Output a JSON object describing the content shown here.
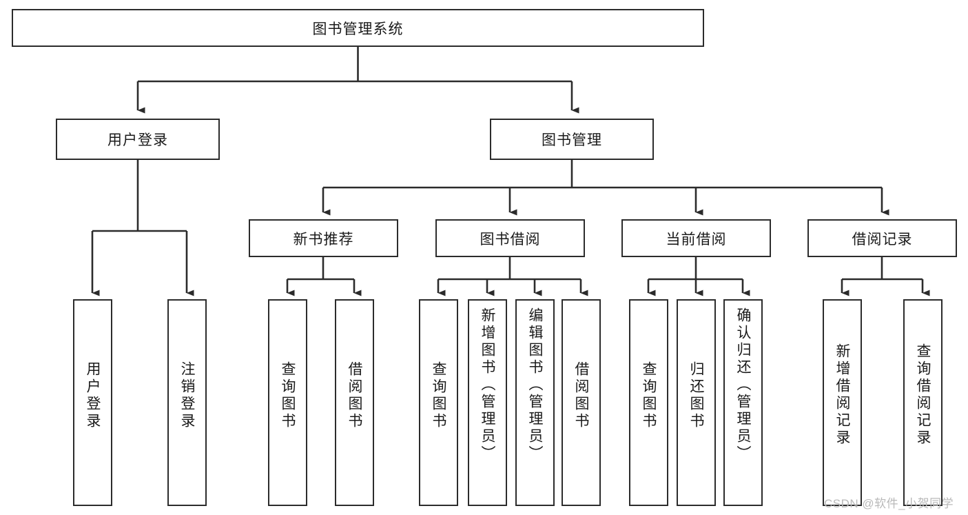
{
  "diagram": {
    "title": "图书管理系统",
    "type": "tree",
    "root": {
      "label": "图书管理系统"
    },
    "level2": [
      {
        "label": "用户登录"
      },
      {
        "label": "图书管理"
      }
    ],
    "level3": [
      {
        "label": "新书推荐"
      },
      {
        "label": "图书借阅"
      },
      {
        "label": "当前借阅"
      },
      {
        "label": "借阅记录"
      }
    ],
    "leaves_user_login": [
      {
        "label": "用户登录"
      },
      {
        "label": "注销登录"
      }
    ],
    "leaves_new_book": [
      {
        "label": "查询图书"
      },
      {
        "label": "借阅图书"
      }
    ],
    "leaves_borrow": [
      {
        "label": "查询图书"
      },
      {
        "label": "新增图书（管理员）"
      },
      {
        "label": "编辑图书（管理员）"
      },
      {
        "label": "借阅图书"
      }
    ],
    "leaves_current": [
      {
        "label": "查询图书"
      },
      {
        "label": "归还图书"
      },
      {
        "label": "确认归还（管理员）"
      }
    ],
    "leaves_records": [
      {
        "label": "新增借阅记录"
      },
      {
        "label": "查询借阅记录"
      }
    ]
  },
  "watermark": {
    "text": "CSDN @软件_小贺同学"
  },
  "colors": {
    "stroke": "#2b2b2b",
    "fill": "#ffffff",
    "text": "#1a1a1a",
    "watermark": "#b9b9b9"
  }
}
